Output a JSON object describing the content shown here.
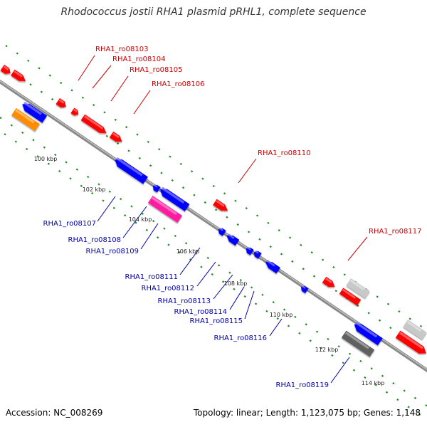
{
  "title": "Rhodococcus jostii RHA1 plasmid pRHL1, complete sequence",
  "footer": {
    "accession": "Accession: NC_008269",
    "summary": "Topology: linear; Length: 1,123,075 bp; Genes: 1,148"
  },
  "colors": {
    "forward_gene": "#ff0000",
    "reverse_gene": "#0000ff",
    "forward_label": "#cc0000",
    "reverse_label": "#0000aa",
    "backbone": "#888888",
    "tick": "#228b22",
    "orange_feature": "#ff8c00",
    "magenta_feature": "#ff1fa0",
    "light_gray_feature": "#c8c8c8",
    "dark_gray_feature": "#606060"
  },
  "scale_ticks": [
    "100 kbp",
    "102 kbp",
    "104 kbp",
    "106 kbp",
    "108 kbp",
    "110 kbp",
    "112 kbp",
    "114 kbp"
  ],
  "forward_labels": [
    "RHA1_ro08103",
    "RHA1_ro08104",
    "RHA1_ro08105",
    "RHA1_ro08106",
    "RHA1_ro08110",
    "RHA1_ro08117"
  ],
  "reverse_labels": [
    "RHA1_ro08107",
    "RHA1_ro08108",
    "RHA1_ro08109",
    "RHA1_ro08111",
    "RHA1_ro08112",
    "RHA1_ro08113",
    "RHA1_ro08114",
    "RHA1_ro08115",
    "RHA1_ro08116",
    "RHA1_ro08119"
  ]
}
